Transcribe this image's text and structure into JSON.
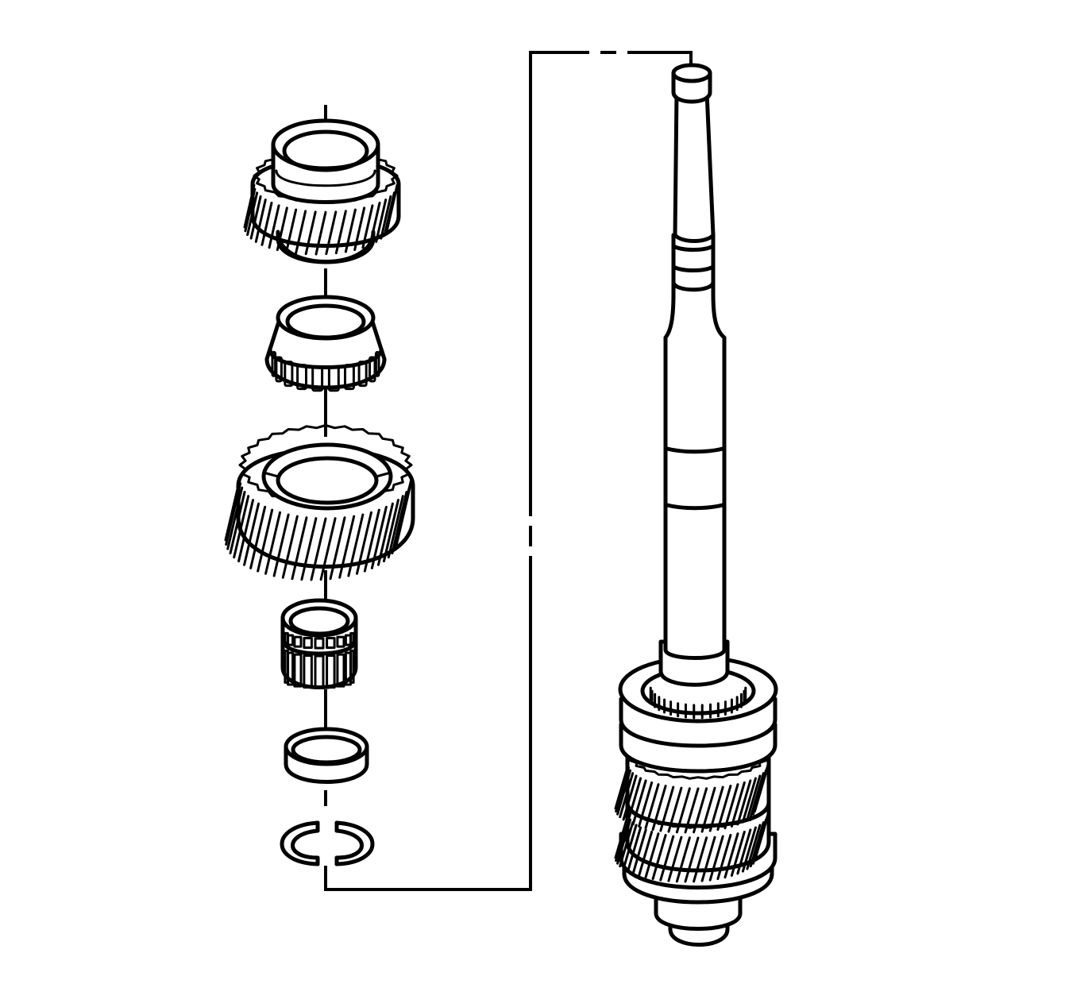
{
  "figure": {
    "style": "exploded line drawing",
    "stroke_color": "#000000",
    "background_color": "#ffffff",
    "components": [
      {
        "name": "gear-with-sleeve"
      },
      {
        "name": "tapered-roller-bearing"
      },
      {
        "name": "helical-gear"
      },
      {
        "name": "needle-bearing-cage"
      },
      {
        "name": "spacer-ring"
      },
      {
        "name": "snap-ring"
      },
      {
        "name": "shaft-assembly"
      }
    ]
  }
}
